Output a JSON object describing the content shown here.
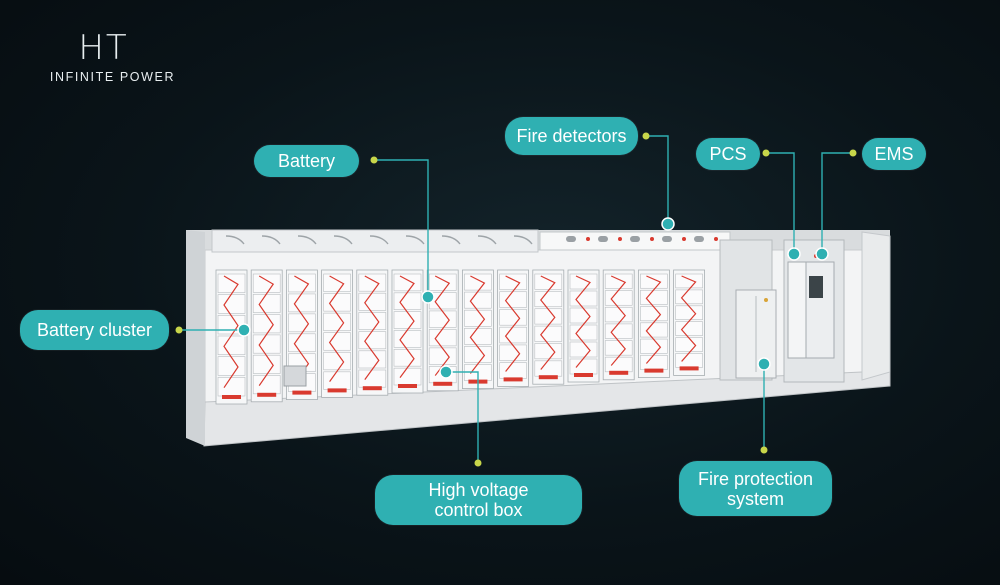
{
  "brand": {
    "mark": "HT",
    "tagline": "INFINITE POWER"
  },
  "callouts": {
    "battery": "Battery",
    "fire_detectors": "Fire detectors",
    "pcs": "PCS",
    "ems": "EMS",
    "battery_cluster": "Battery cluster",
    "high_voltage_control_box": "High voltage\ncontrol box",
    "fire_protection_system": "Fire protection\nsystem"
  },
  "colors": {
    "accent": "#2fb0b2",
    "marker": "#c8d64a",
    "background": "#0a1419",
    "container": "#e6e8ea",
    "cable": "#d93a2f"
  }
}
